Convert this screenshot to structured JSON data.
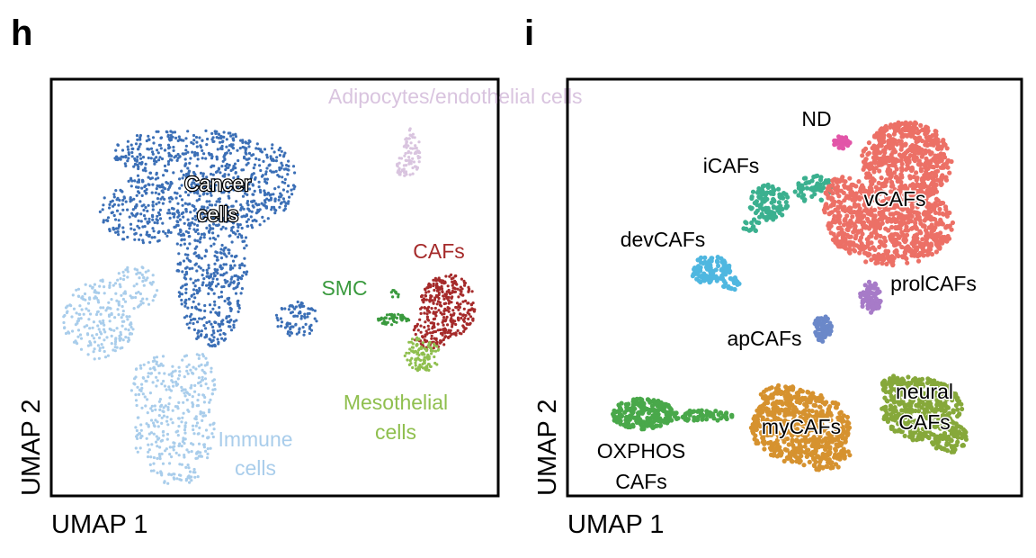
{
  "panels": [
    {
      "letter": "h",
      "xlabel": "UMAP 1",
      "ylabel": "UMAP 2"
    },
    {
      "letter": "i",
      "xlabel": "UMAP 1",
      "ylabel": "UMAP 2"
    }
  ],
  "chart_data": [
    {
      "type": "scatter",
      "panel": "h",
      "title": "",
      "xlabel": "UMAP 1",
      "ylabel": "UMAP 2",
      "grid": false,
      "legend": "none (cluster labels drawn in plot)",
      "clusters": [
        {
          "name": "Cancer cells",
          "label_lines": [
            "Cancer",
            "cells"
          ],
          "color": "#3b6fb6",
          "label_color": "#ffffff",
          "outlined": true
        },
        {
          "name": "Immune cells",
          "label_lines": [
            "Immune",
            "cells"
          ],
          "color": "#a9cdeb",
          "label_color": "#a9cdeb"
        },
        {
          "name": "Adipocytes/endothelial cells",
          "label_lines": [
            "Adipocytes/endothelial cells"
          ],
          "color": "#d9c4df",
          "label_color": "#d9c4df"
        },
        {
          "name": "CAFs",
          "label_lines": [
            "CAFs"
          ],
          "color": "#a52a2a",
          "label_color": "#a52a2a"
        },
        {
          "name": "SMC",
          "label_lines": [
            "SMC"
          ],
          "color": "#3a9a3e",
          "label_color": "#3a9a3e"
        },
        {
          "name": "Mesothelial cells",
          "label_lines": [
            "Mesothelial",
            "cells"
          ],
          "color": "#8fbf4e",
          "label_color": "#8fbf4e"
        }
      ]
    },
    {
      "type": "scatter",
      "panel": "i",
      "title": "",
      "xlabel": "UMAP 1",
      "ylabel": "UMAP 2",
      "grid": false,
      "legend": "none (cluster labels drawn in plot)",
      "clusters": [
        {
          "name": "ND",
          "label_lines": [
            "ND"
          ],
          "color": "#e255a8"
        },
        {
          "name": "iCAFs",
          "label_lines": [
            "iCAFs"
          ],
          "color": "#3bb08f"
        },
        {
          "name": "vCAFs",
          "label_lines": [
            "vCAFs"
          ],
          "color": "#ec7066"
        },
        {
          "name": "devCAFs",
          "label_lines": [
            "devCAFs"
          ],
          "color": "#4fb7e0"
        },
        {
          "name": "prolCAFs",
          "label_lines": [
            "prolCAFs"
          ],
          "color": "#a77bc8"
        },
        {
          "name": "apCAFs",
          "label_lines": [
            "apCAFs"
          ],
          "color": "#6b88c9"
        },
        {
          "name": "neural CAFs",
          "label_lines": [
            "neural",
            "CAFs"
          ],
          "color": "#86a83a"
        },
        {
          "name": "myCAFs",
          "label_lines": [
            "myCAFs"
          ],
          "color": "#d6922f"
        },
        {
          "name": "OXPHOS CAFs",
          "label_lines": [
            "OXPHOS",
            "CAFs"
          ],
          "color": "#49a84a"
        }
      ]
    }
  ]
}
